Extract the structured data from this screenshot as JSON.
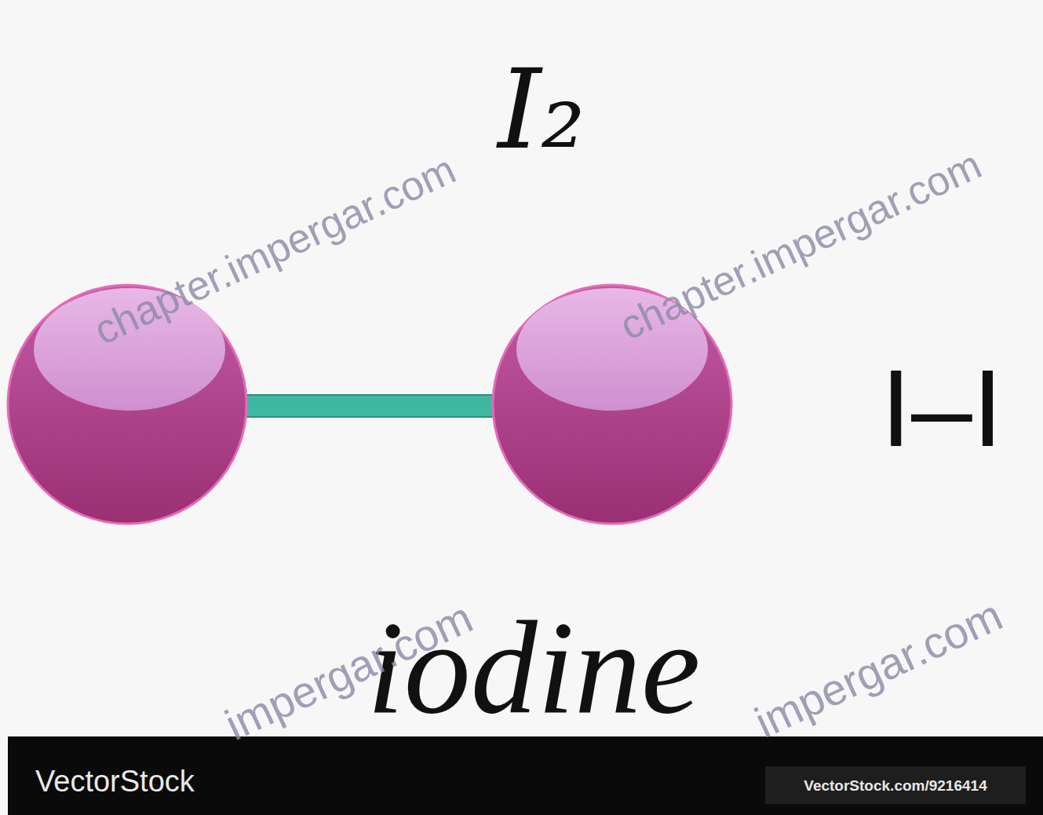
{
  "diagram": {
    "title": "I₂",
    "labels": [
      "I–I",
      "iodine",
      "chapter.impergar.com",
      "chapter.impergar.com",
      "impergar.com",
      "impergar.com",
      "VectorStock",
      "VectorStock.com/9216414"
    ]
  }
}
